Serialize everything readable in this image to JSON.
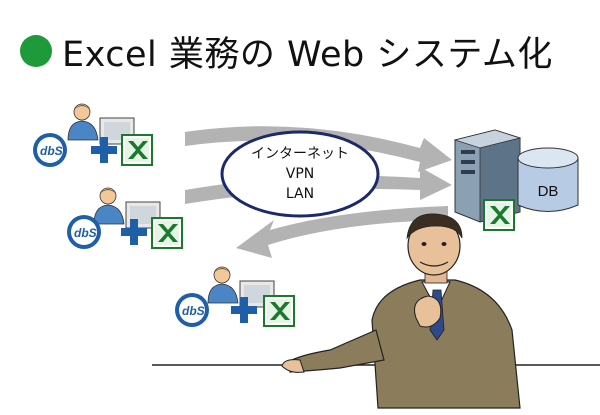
{
  "title": "Excel 業務の Web システム化",
  "network_label": {
    "line1": "インターネット",
    "line2": "VPN",
    "line3": "LAN"
  },
  "server_label": "DB",
  "client_logo": "dbS",
  "colors": {
    "accent_green": "#1e9a3a",
    "excel_green": "#1a7a2c",
    "dbs_blue": "#1f5fa8",
    "arrow_gray": "#b0b0b0"
  }
}
